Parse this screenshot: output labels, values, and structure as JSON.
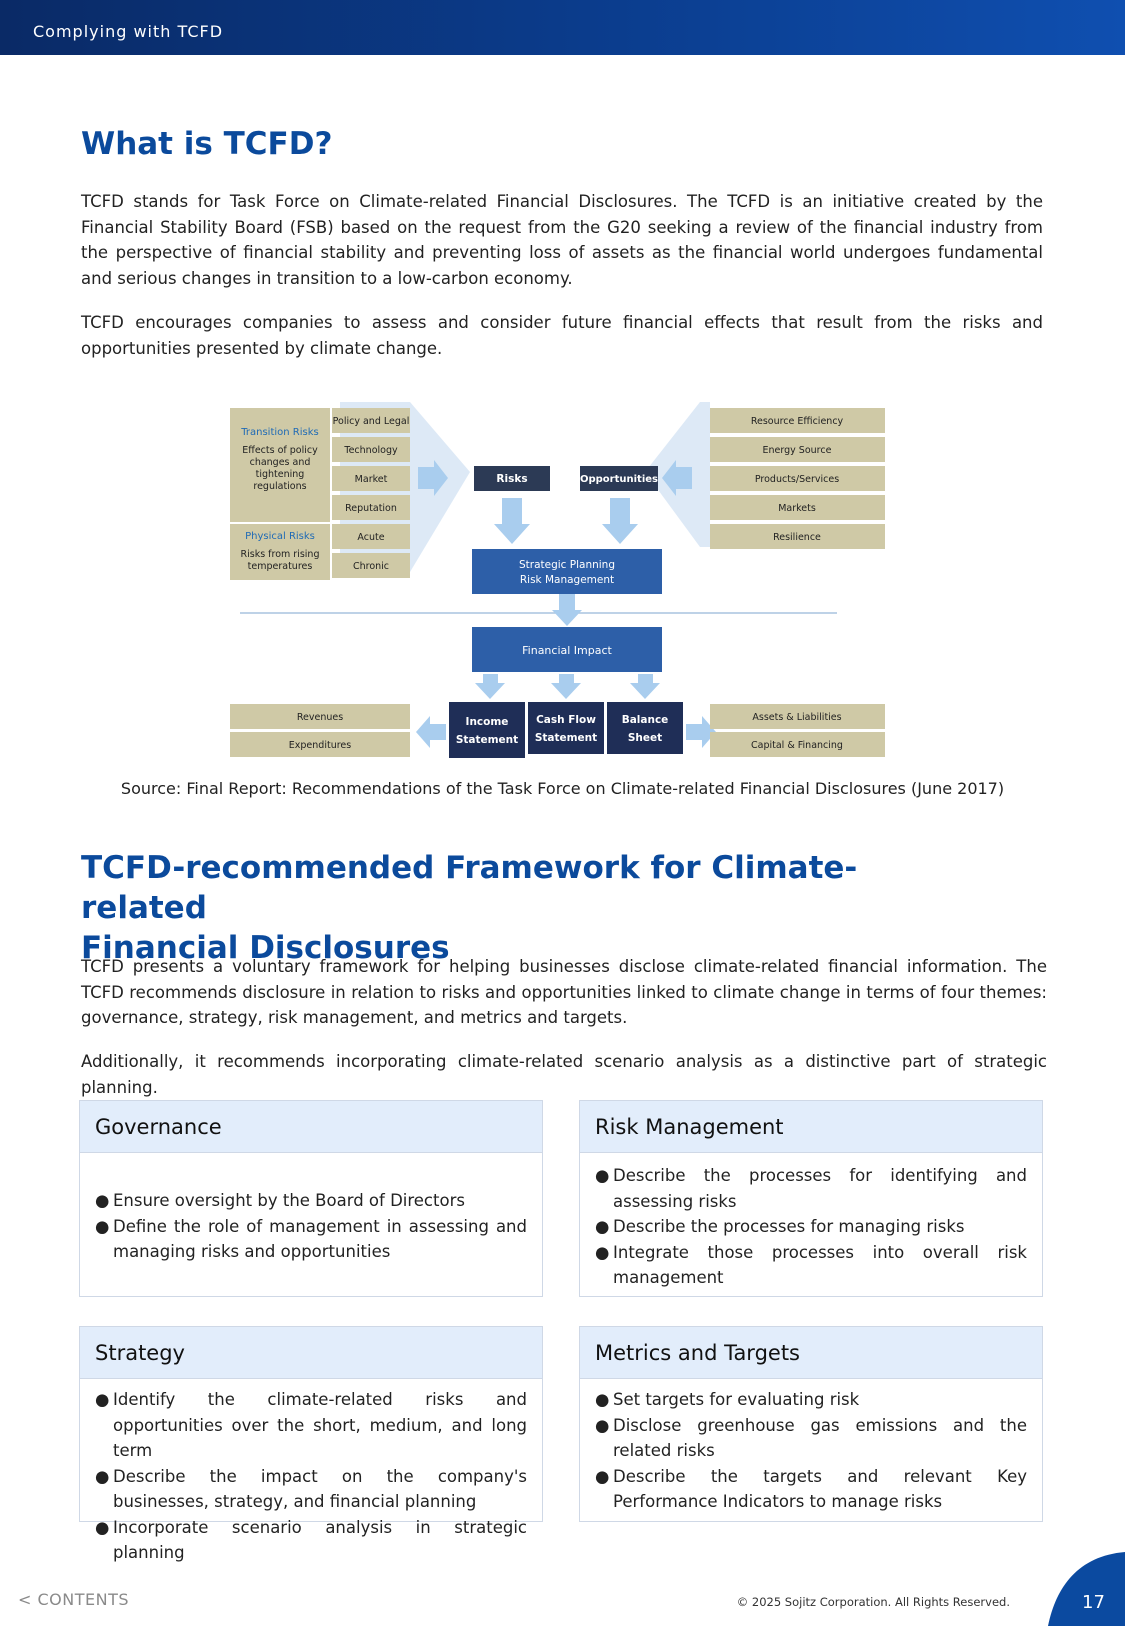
{
  "header": {
    "title": "Complying with TCFD"
  },
  "section1": {
    "heading": "What is TCFD?",
    "para1": "TCFD stands for Task Force on Climate-related Financial Disclosures. The TCFD is an initiative created by the Financial Stability Board (FSB) based on the request from the G20 seeking a review of the financial industry from the perspective of financial stability and preventing loss of assets as the financial world undergoes fundamental and serious changes in transition to a low-carbon economy.",
    "para2": "TCFD encourages companies to assess and consider future financial effects that result from the risks and opportunities presented by climate change."
  },
  "diagram": {
    "transition_title": "Transition Risks",
    "transition_desc": [
      "Effects of policy",
      "changes and",
      "tightening",
      "regulations"
    ],
    "physical_title": "Physical Risks",
    "physical_desc": [
      "Risks from rising",
      "temperatures"
    ],
    "risk_items": [
      "Policy and Legal",
      "Technology",
      "Market",
      "Reputation",
      "Acute",
      "Chronic"
    ],
    "opportunity_items": [
      "Resource Efficiency",
      "Energy Source",
      "Products/Services",
      "Markets",
      "Resilience"
    ],
    "risks_label": "Risks",
    "opportunities_label": "Opportunities",
    "strategic_lines": [
      "Strategic Planning",
      "Risk Management"
    ],
    "financial_impact": "Financial Impact",
    "income_lines": [
      "Income",
      "Statement"
    ],
    "cashflow_lines": [
      "Cash Flow",
      "Statement"
    ],
    "balance_lines": [
      "Balance",
      "Sheet"
    ],
    "left_outputs": [
      "Revenues",
      "Expenditures"
    ],
    "right_outputs": [
      "Assets & Liabilities",
      "Capital & Financing"
    ],
    "colors": {
      "tan": "#cfc9a6",
      "navy": "#2c3a55",
      "blue": "#2d5fa8",
      "darknavy": "#1f2e57",
      "arrow": "#a9cdee",
      "fan": "#dde9f6",
      "label_blue": "#1f6ab5"
    }
  },
  "source": "Source: Final Report: Recommendations of the Task Force on Climate-related Financial Disclosures (June 2017)",
  "section2": {
    "heading_line1": "TCFD-recommended Framework for Climate-related",
    "heading_line2": "Financial Disclosures",
    "para1": "TCFD presents a voluntary framework for helping businesses disclose climate-related financial information. The TCFD recommends disclosure in relation to risks and opportunities linked to climate change in terms of four themes: governance, strategy, risk management, and metrics and targets.",
    "para2": "Additionally, it recommends incorporating climate-related scenario analysis as a distinctive part of strategic planning."
  },
  "cards": {
    "governance": {
      "title": "Governance",
      "items": [
        "Ensure oversight by the Board of Directors",
        "Define the role of management in assessing and managing risks and opportunities"
      ]
    },
    "risk": {
      "title": "Risk Management",
      "items": [
        "Describe the processes for identifying and assessing risks",
        "Describe the processes for managing risks",
        "Integrate those processes into overall risk management"
      ]
    },
    "strategy": {
      "title": "Strategy",
      "items": [
        "Identify the climate-related risks and opportunities over the short, medium, and long term",
        "Describe the impact on the company's businesses, strategy, and financial planning",
        "Incorporate scenario analysis in strategic planning"
      ]
    },
    "metrics": {
      "title": "Metrics and Targets",
      "items": [
        "Set targets for evaluating risk",
        "Disclose greenhouse gas emissions and the related risks",
        "Describe the targets and relevant Key Performance Indicators to manage risks"
      ]
    }
  },
  "footer": {
    "contents_link": "< CONTENTS",
    "copyright": "© 2025 Sojitz Corporation. All Rights Reserved.",
    "page_number": "17"
  }
}
